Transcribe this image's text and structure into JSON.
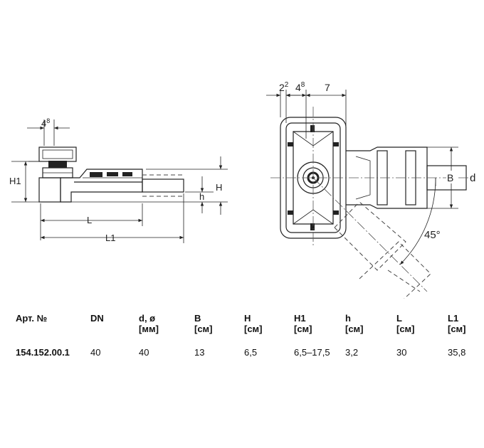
{
  "drawing": {
    "side_view": {
      "dim_top": "4",
      "dim_top_sup": "8",
      "label_H1": "H1",
      "label_h": "h",
      "label_H": "H",
      "label_L": "L",
      "label_L1": "L1"
    },
    "top_view": {
      "dim_a": "2",
      "dim_a_sup": "2",
      "dim_b": "4",
      "dim_b_sup": "8",
      "dim_c": "7",
      "label_B": "B",
      "label_d": "d",
      "angle": "45°"
    }
  },
  "table": {
    "headers": [
      [
        "Арт. №",
        ""
      ],
      [
        "DN",
        ""
      ],
      [
        "d, ø",
        "[мм]"
      ],
      [
        "B",
        "[см]"
      ],
      [
        "H",
        "[см]"
      ],
      [
        "H1",
        "[см]"
      ],
      [
        "h",
        "[см]"
      ],
      [
        "L",
        "[см]"
      ],
      [
        "L1",
        "[см]"
      ]
    ],
    "rows": [
      [
        "154.152.00.1",
        "40",
        "40",
        "13",
        "6,5",
        "6,5–17,5",
        "3,2",
        "30",
        "35,8"
      ]
    ]
  }
}
